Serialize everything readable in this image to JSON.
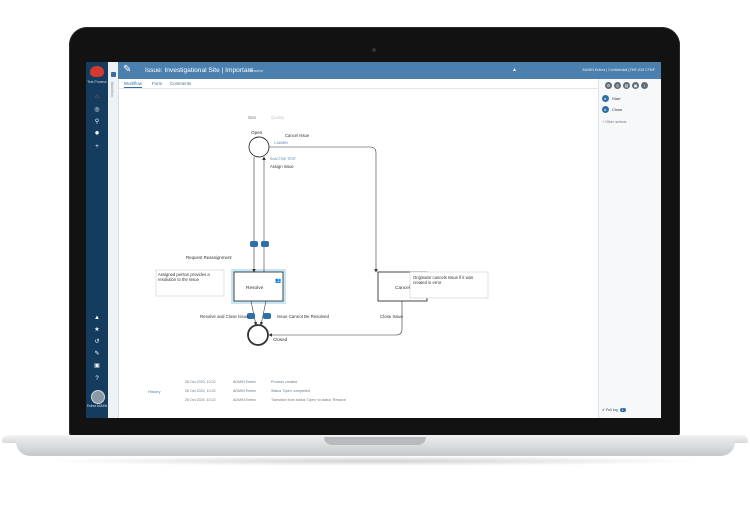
{
  "app": {
    "brand": "Test Process",
    "title": "Issue: Investigational Site | Important",
    "title_sub": "Resolve",
    "header_right": "ADMIN Entrez | Confidential (TMF-019 CTMF",
    "secondary_tab_label": "Workflow"
  },
  "tabs": [
    {
      "label": "Workflow",
      "active": true
    },
    {
      "label": "Form",
      "active": false
    },
    {
      "label": "Comments",
      "active": false
    }
  ],
  "nav_icons": [
    "home-icon",
    "compass-icon",
    "search-icon",
    "gear-icon",
    "plus-icon",
    "graduation-icon",
    "star-icon",
    "history-icon",
    "brush-icon",
    "calendar-icon",
    "help-icon"
  ],
  "user": {
    "name": "Entrez ADMIN"
  },
  "diagram": {
    "header_left": "Gen",
    "header_right": "Quality",
    "nodes": {
      "open": "Open",
      "resolve": "Resolve",
      "cancel": "Cancel",
      "closed": "Closed"
    },
    "labels": {
      "cancel_issue": "Cancel Issue",
      "cancel_issue_role": "1 ADMIN",
      "assign_issue": "Assign Issue",
      "assign_issue_role": "IN ACTIVE TEST",
      "request_reassignment": "Request Reassignment",
      "resolve_and_close": "Resolve and Close Issue",
      "issue_cannot_be_resolved": "Issue Cannot Be Resolved",
      "close_issue": "Close Issue"
    },
    "notes": {
      "assigned_person": "Assigned person provides a resolution to the Issue",
      "originator_cancels": "Originator cancels Issue if it was created in error"
    }
  },
  "history": {
    "label": "History",
    "rows": [
      {
        "date": "26 Oct 2020, 10:22",
        "user": "ADMIN Entrez",
        "event": "Process created"
      },
      {
        "date": "26 Oct 2020, 10:22",
        "user": "ADMIN Entrez",
        "event": "Status 'Open' completed"
      },
      {
        "date": "26 Oct 2020, 10:22",
        "user": "ADMIN Entrez",
        "event": "Transition from status 'Open' to status 'Resolve'"
      }
    ]
  },
  "right_panel": {
    "actions": [
      {
        "label": "Start"
      },
      {
        "label": "Close"
      }
    ],
    "other_actions": "Other actions",
    "footer_label": "Full log",
    "footer_count": "1"
  },
  "colors": {
    "nav_bg": "#143c5e",
    "header_bg": "#4b7fae",
    "accent": "#2f6ea6",
    "selected_state": "#59b6e6"
  }
}
